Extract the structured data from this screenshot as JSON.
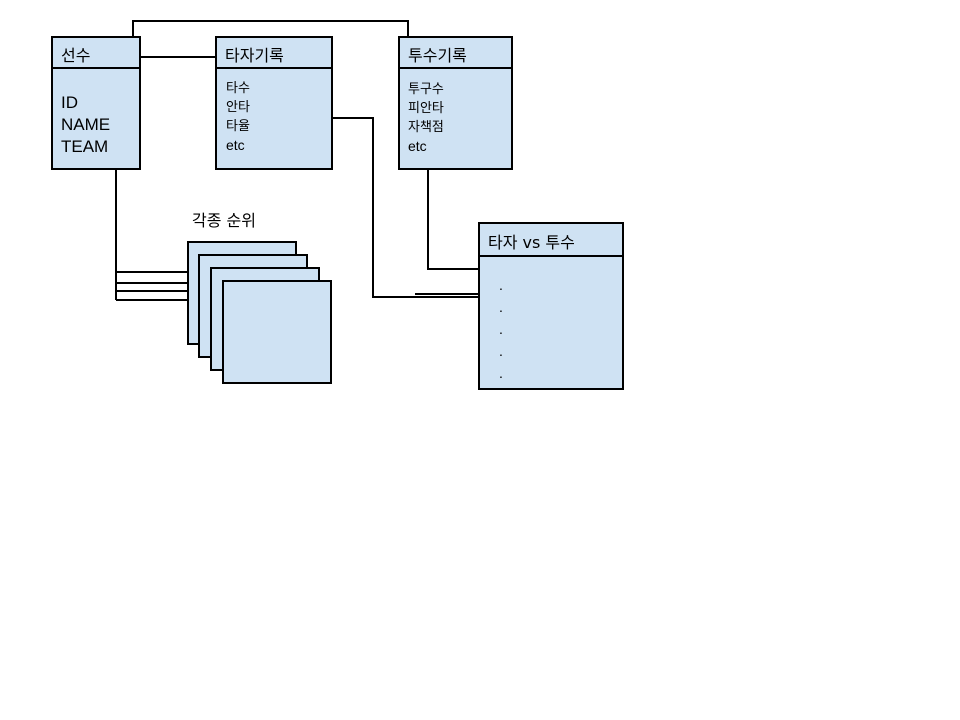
{
  "entities": {
    "player": {
      "title": "선수",
      "fields": [
        "ID",
        "NAME",
        "TEAM"
      ]
    },
    "batting": {
      "title": "타자기록",
      "fields": [
        "타수",
        "안타",
        "타율",
        "etc"
      ]
    },
    "pitching": {
      "title": "투수기록",
      "fields": [
        "투구수",
        "피안타",
        "자책점",
        "etc"
      ]
    },
    "matchup": {
      "title": "타자 vs 투수",
      "rows": [
        ".",
        ".",
        ".",
        ".",
        "."
      ]
    }
  },
  "rankings": {
    "label": "각종 순위",
    "sheet_count": 4
  }
}
